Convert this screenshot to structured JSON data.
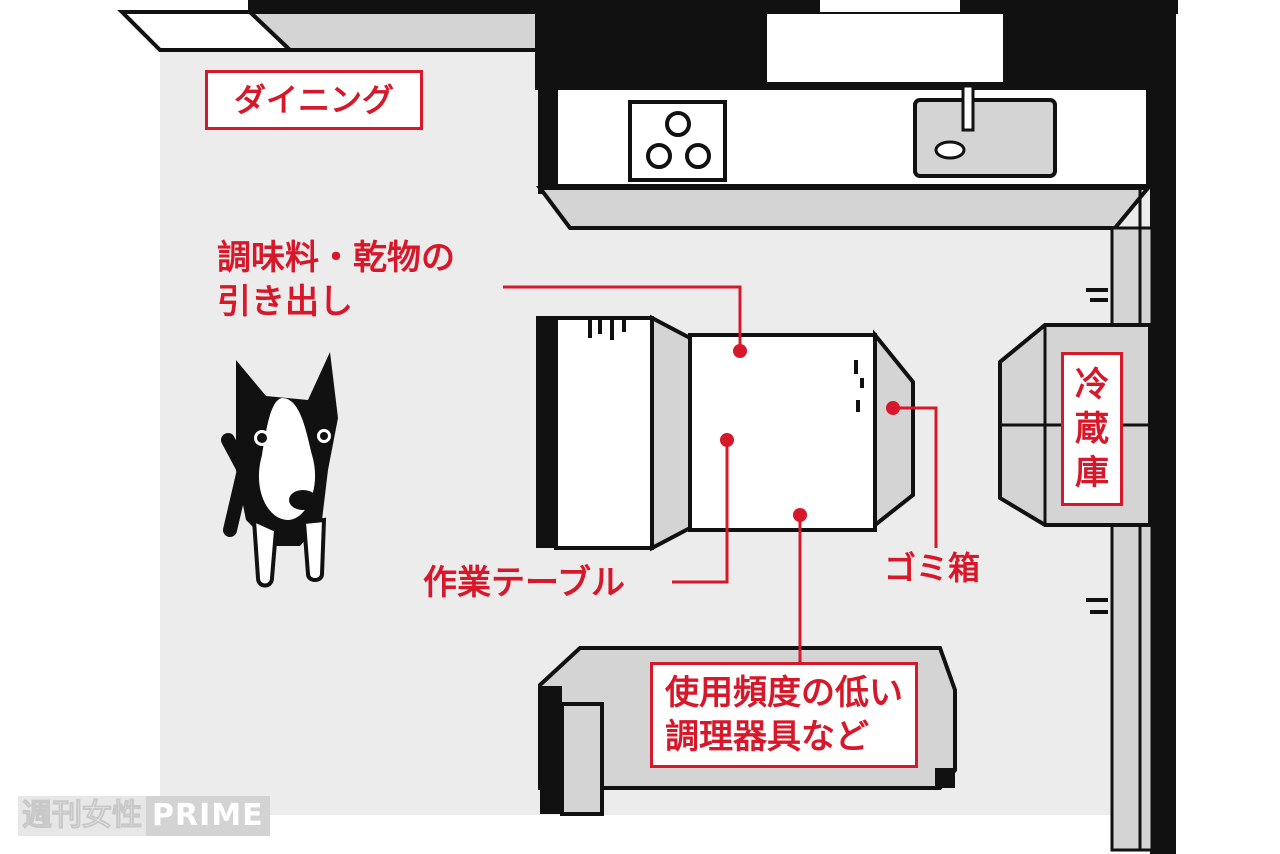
{
  "labels": {
    "dining": "ダイニング",
    "seasoning_drawer_line1": "調味料・乾物の",
    "seasoning_drawer_line2": "引き出し",
    "work_table": "作業テーブル",
    "trash_can": "ゴミ箱",
    "refrigerator_chars": [
      "冷",
      "蔵",
      "庫"
    ],
    "rarely_used_line1": "使用頻度の低い",
    "rarely_used_line2": "調理器具など"
  },
  "watermark": {
    "part1": "週刊女性",
    "part2": "PRIME"
  },
  "colors": {
    "accent_red": "#d7182a",
    "floor": "#ececec",
    "wall": "#111111",
    "surface_gray": "#d4d4d4"
  }
}
